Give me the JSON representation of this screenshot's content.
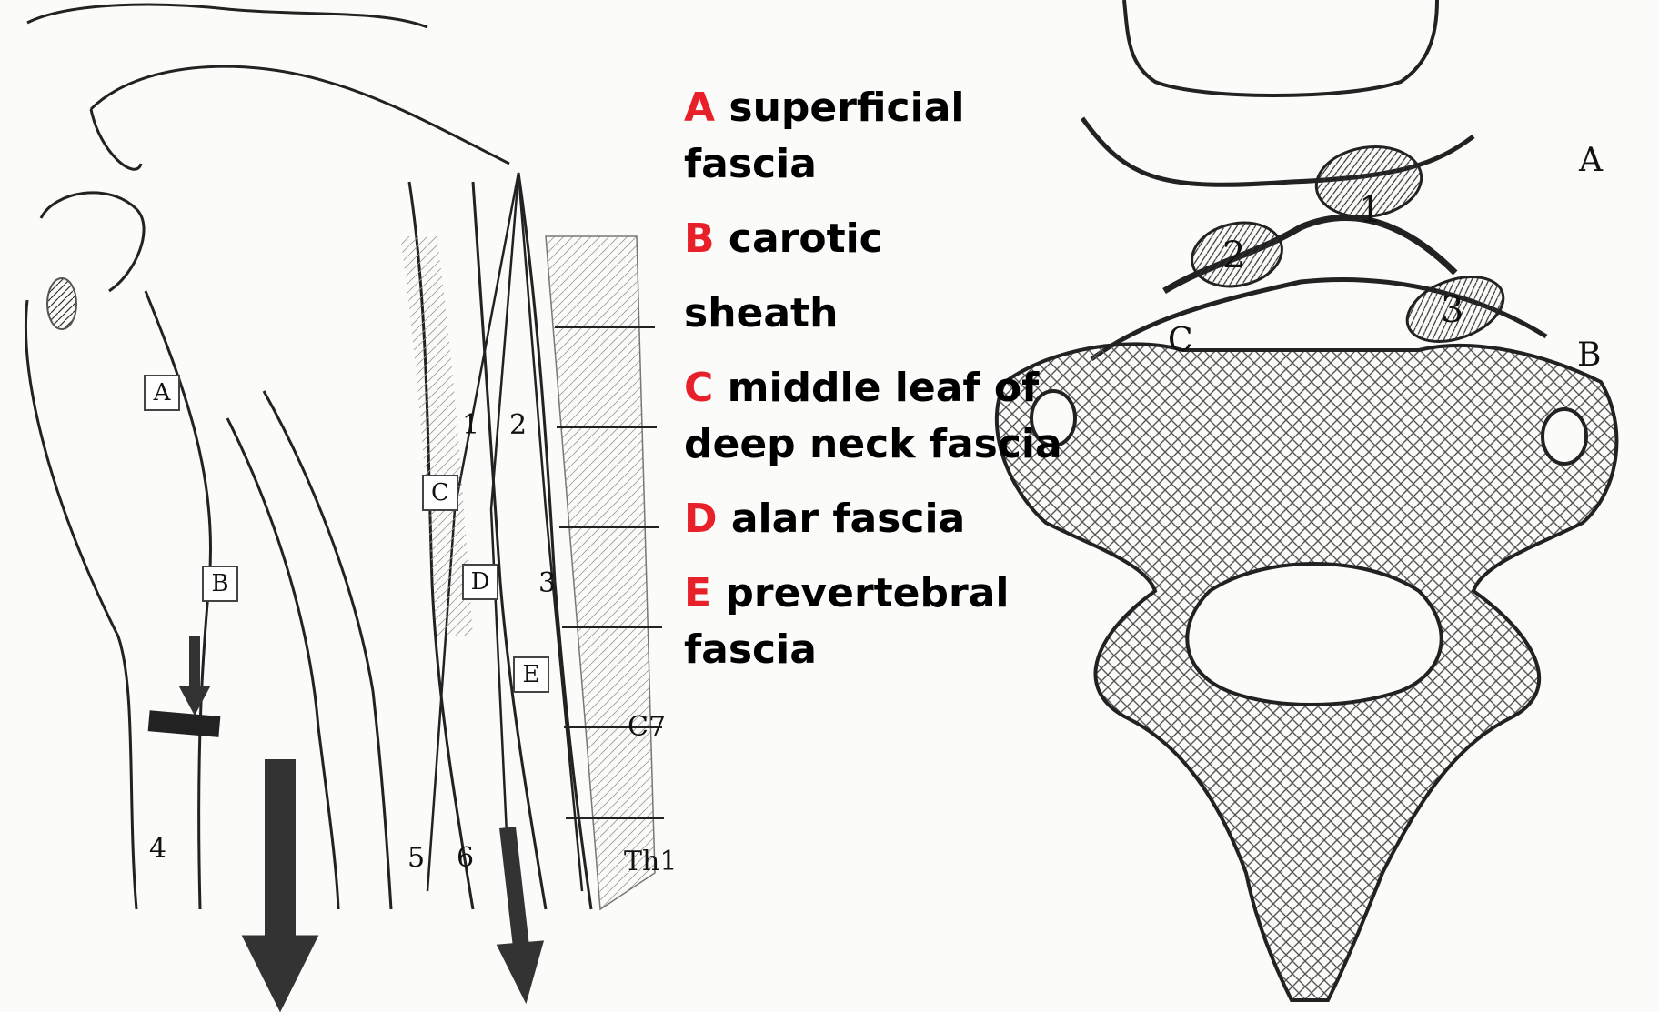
{
  "legend": [
    {
      "letter": "A",
      "text": " superficial"
    },
    {
      "letter": "",
      "text": "fascia"
    },
    {
      "letter": "B",
      "text": " carotic"
    },
    {
      "letter": "",
      "text": "sheath"
    },
    {
      "letter": "C",
      "text": " middle leaf of"
    },
    {
      "letter": "",
      "text": "deep neck fascia"
    },
    {
      "letter": "D",
      "text": " alar fascia"
    },
    {
      "letter": "E",
      "text": " prevertebral"
    },
    {
      "letter": "",
      "text": "fascia"
    }
  ],
  "sagittal_labels": {
    "box_A": "A",
    "box_B": "B",
    "box_C": "C",
    "box_D": "D",
    "box_E": "E",
    "num_1": "1",
    "num_2": "2",
    "num_3": "3",
    "num_4": "4",
    "num_5": "5",
    "num_6": "6",
    "c7": "C7",
    "th1": "Th1"
  },
  "cross_labels": {
    "A": "A",
    "B": "B",
    "C": "C",
    "space_1": "1",
    "space_2": "2",
    "space_3": "3"
  },
  "colors": {
    "accent": "#e8202a",
    "ink": "#111111",
    "paper": "#fbfbf9"
  }
}
